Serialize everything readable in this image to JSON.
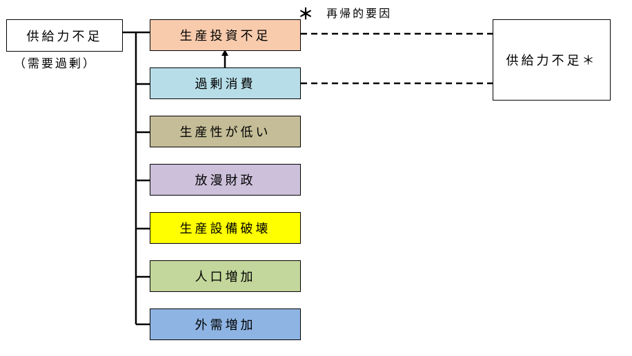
{
  "diagram": {
    "root": {
      "label": "供給力不足",
      "sublabel": "（需要過剰）"
    },
    "causes": [
      {
        "label": "生産投資不足",
        "color": "#f8cbad"
      },
      {
        "label": "過剰消費",
        "color": "#b7dee8"
      },
      {
        "label": "生産性が低い",
        "color": "#c4bd97"
      },
      {
        "label": "放漫財政",
        "color": "#ccc0da"
      },
      {
        "label": "生産設備破壊",
        "color": "#ffff00"
      },
      {
        "label": "人口増加",
        "color": "#c3d69b"
      },
      {
        "label": "外需増加",
        "color": "#8eb4e3"
      }
    ],
    "recursive": {
      "label": "供給力不足＊",
      "note_mark": "＊",
      "note_text": "再帰的要因"
    }
  }
}
